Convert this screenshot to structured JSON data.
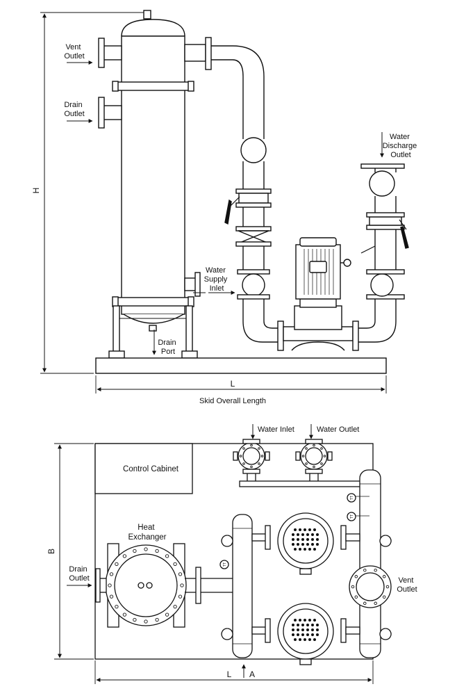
{
  "elevation": {
    "vent_outlet": [
      "Vent",
      "Outlet"
    ],
    "drain_outlet": [
      "Drain",
      "Outlet"
    ],
    "water_discharge_outlet": [
      "Water",
      "Discharge",
      "Outlet"
    ],
    "water_supply_inlet": [
      "Water",
      "Supply",
      "Inlet"
    ],
    "drain_port": [
      "Drain",
      "Port"
    ],
    "height_dim": "H",
    "length_dim": "L",
    "caption": "Skid Overall Length"
  },
  "plan": {
    "water_inlet": "Water Inlet",
    "water_outlet": "Water Outlet",
    "control_cabinet": "Control Cabinet",
    "heat_exchanger": [
      "Heat",
      "Exchanger"
    ],
    "drain_outlet": [
      "Drain",
      "Outlet"
    ],
    "vent_outlet": [
      "Vent",
      "Outlet"
    ],
    "width_dim": "B",
    "length_dim": "L",
    "section_mark": "A",
    "instrument_tag": "TT"
  }
}
